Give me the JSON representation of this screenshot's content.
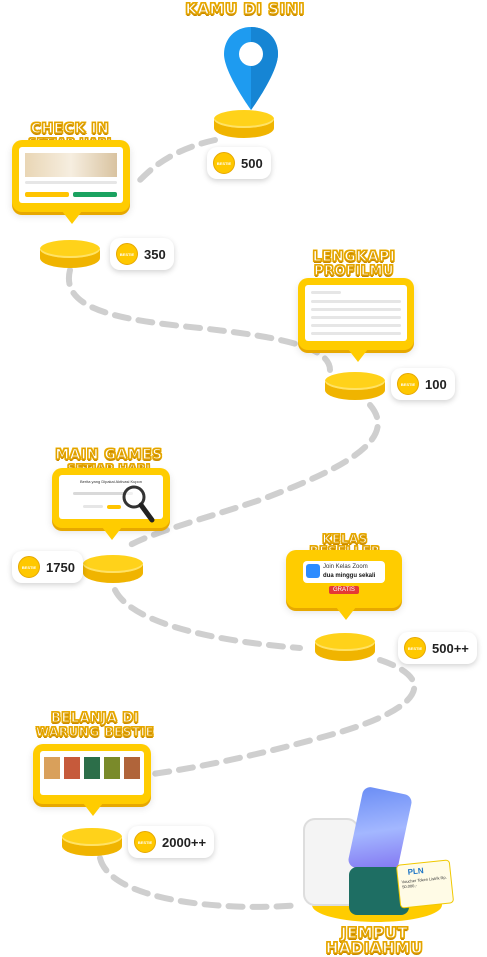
{
  "start": {
    "label": "KAMU DI SINI"
  },
  "coin_icon_label": "BESTIE",
  "steps": [
    {
      "title": "CHECK IN",
      "subtitle": "SETIAP HARI",
      "points": "350"
    },
    {
      "title": "LENGKAPI",
      "subtitle": "PROFILMU",
      "points": "100"
    },
    {
      "title": "MAIN GAMES",
      "subtitle": "SETIAP HARI",
      "points": "1750"
    },
    {
      "title": "KELAS RESELLER",
      "subtitle": "",
      "points": "500++"
    },
    {
      "title": "BELANJA DI",
      "subtitle": "WARUNG BESTIE",
      "points": "2000++"
    }
  ],
  "start_points": "500",
  "zoom_card": {
    "line1": "Join Kelas Zoom",
    "line2": "dua minggu sekali",
    "badge": "GRATIS",
    "logo_text": "zoom"
  },
  "games_card": {
    "prompt": "Berita yang Dipakai Aktivasi Kupon"
  },
  "prize": {
    "label": "JEMPUT HADIAHMU",
    "voucher_brand": "PLN",
    "voucher_text": "Voucher Token Listrik Rp. 50.000,-"
  },
  "colors": {
    "yellow": "#ffcc00",
    "gold": "#f0b400",
    "pin_blue": "#1e9bf0",
    "path_gray": "#c8c8c8"
  }
}
